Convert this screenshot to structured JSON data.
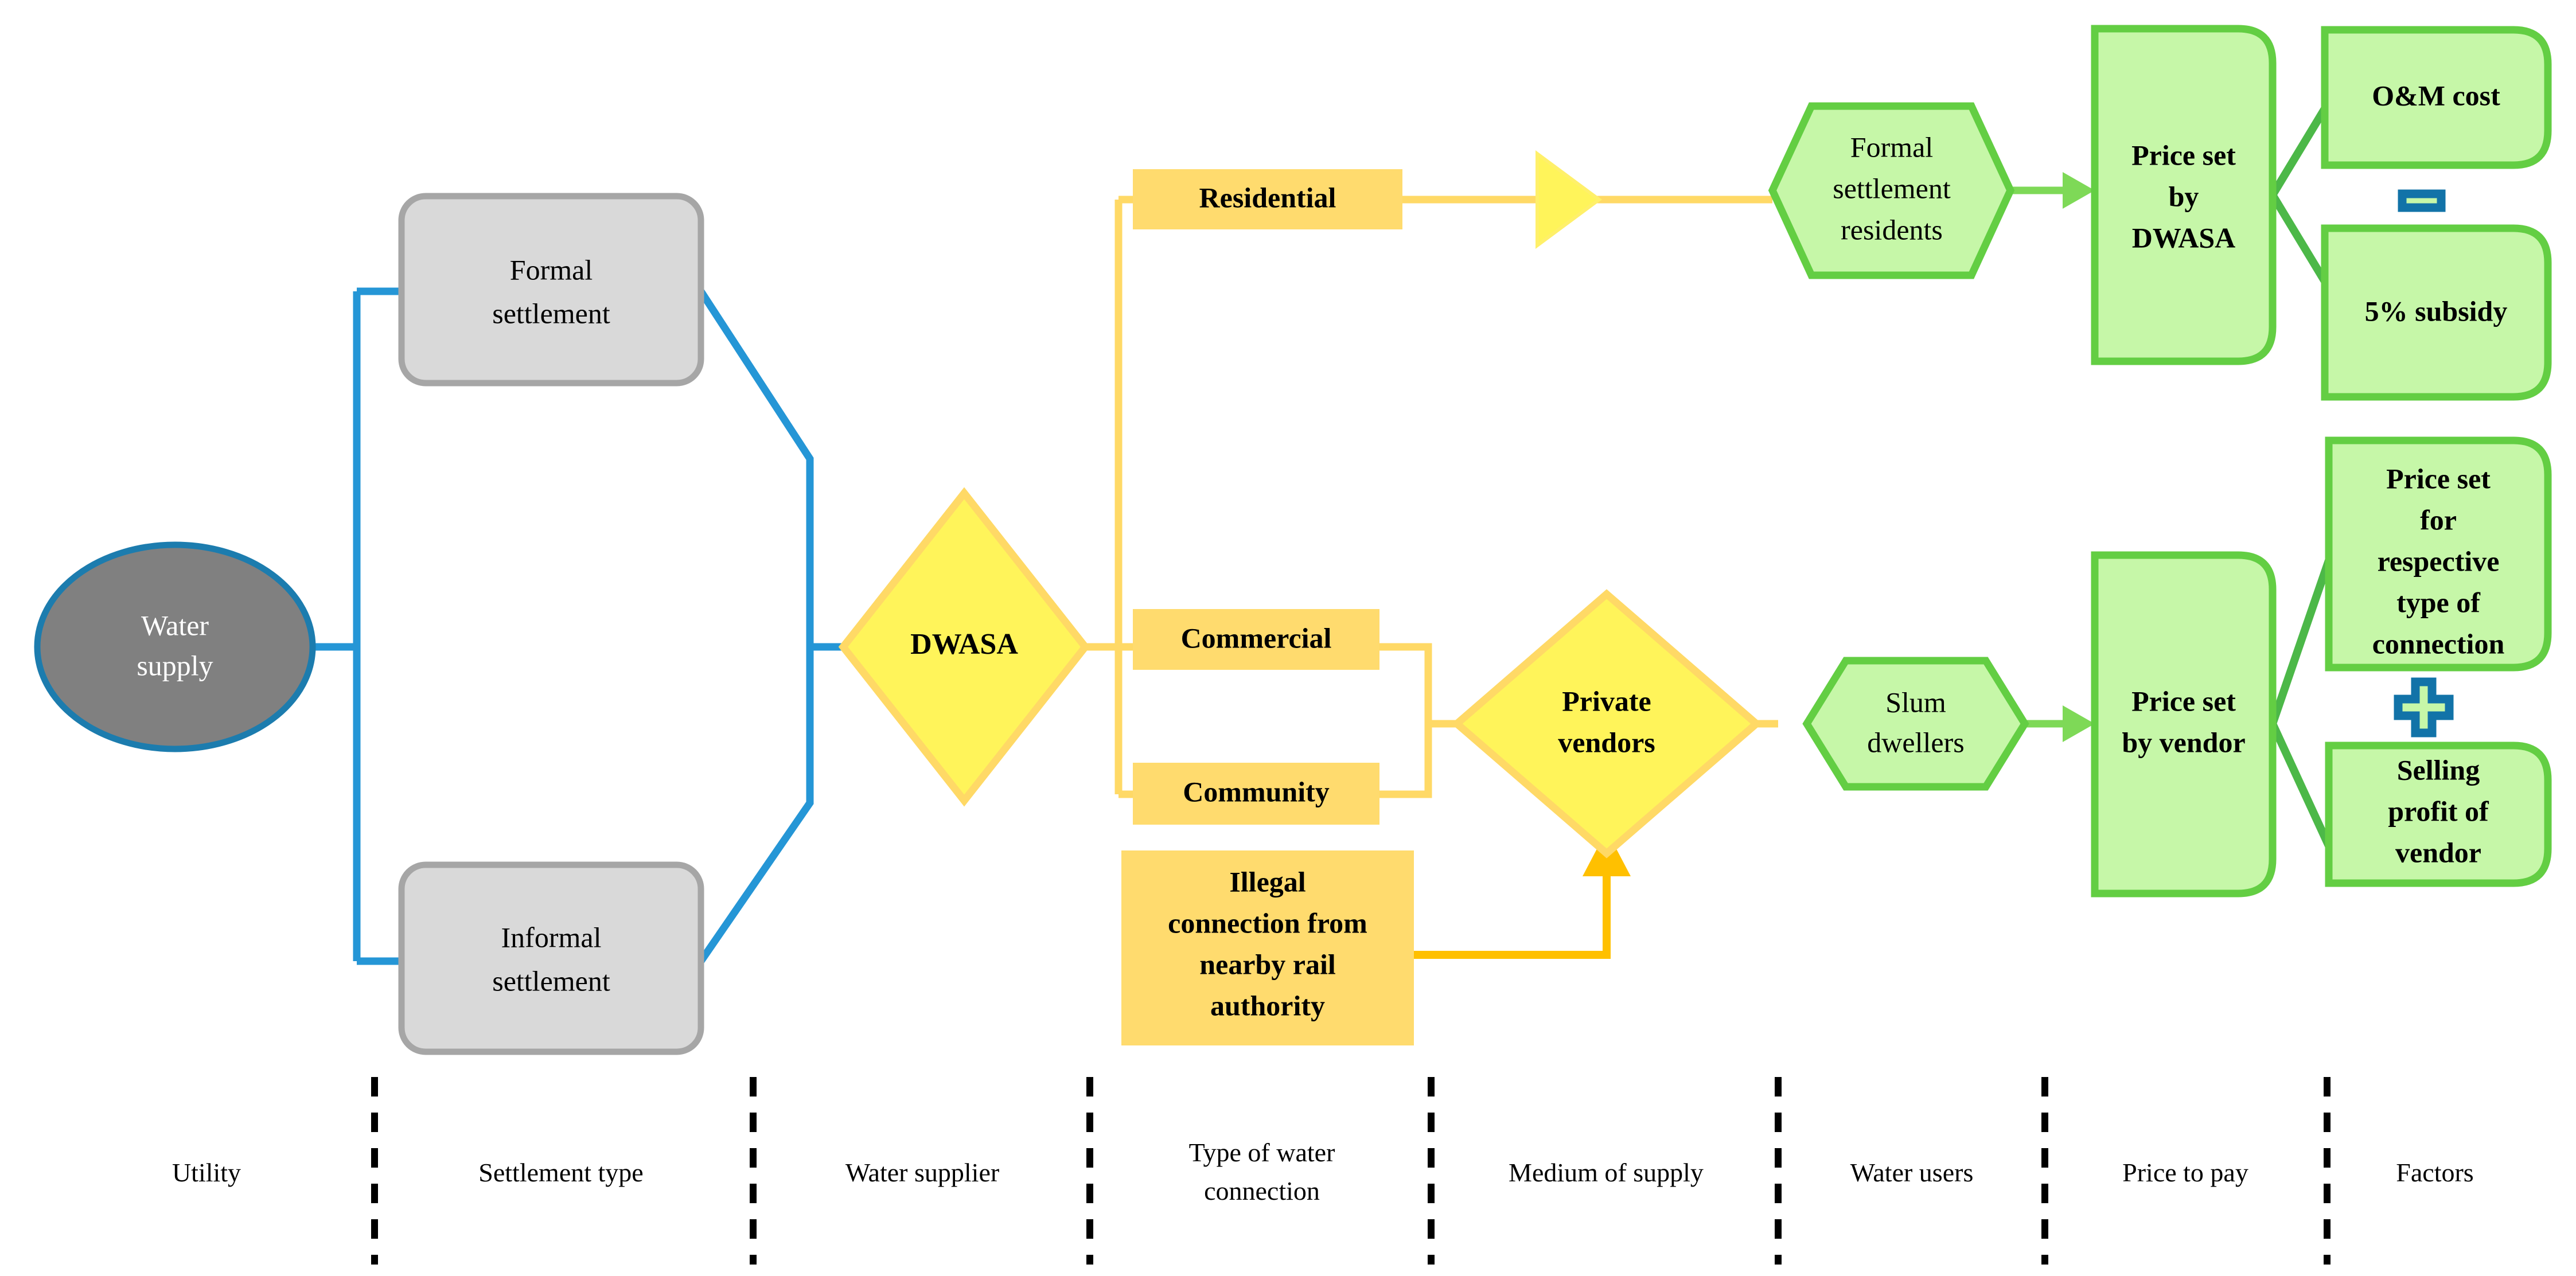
{
  "diagram": {
    "title": "Water supply pricing flow diagram",
    "colors": {
      "blue_line": "#2596D6",
      "blue_border": "#1C7CAE",
      "grey_fill": "#808080",
      "grey_box_fill": "#D9D9D9",
      "grey_box_border": "#A6A6A6",
      "yellow_fill": "#FFF45A",
      "yellow_border": "#FFD966",
      "amber_fill": "#FFDB6E",
      "orange_arrow": "#FFC000",
      "green_fill": "#C6F7A8",
      "green_border": "#63CE43",
      "teal_sign": "#1273A8",
      "text_black": "#000000",
      "text_white": "#FFFFFF"
    },
    "nodes": {
      "water_supply": {
        "label_line1": "Water",
        "label_line2": "supply",
        "shape": "ellipse"
      },
      "formal_settlement": {
        "label_line1": "Formal",
        "label_line2": "settlement",
        "shape": "rounded-rect"
      },
      "informal_settlement": {
        "label_line1": "Informal",
        "label_line2": "settlement",
        "shape": "rounded-rect"
      },
      "dwasa": {
        "label": "DWASA",
        "shape": "diamond"
      },
      "residential": {
        "label": "Residential",
        "shape": "rect"
      },
      "commercial": {
        "label": "Commercial",
        "shape": "rect"
      },
      "community": {
        "label": "Community",
        "shape": "rect"
      },
      "illegal_connection": {
        "label_line1": "Illegal",
        "label_line2": "connection from",
        "label_line3": "nearby rail",
        "label_line4": "authority",
        "shape": "rect"
      },
      "private_vendors": {
        "label_line1": "Private",
        "label_line2": "vendors",
        "shape": "diamond"
      },
      "formal_settlement_residents": {
        "label_line1": "Formal",
        "label_line2": "settlement",
        "label_line3": "residents",
        "shape": "hexagon"
      },
      "slum_dwellers": {
        "label_line1": "Slum",
        "label_line2": "dwellers",
        "shape": "hexagon"
      },
      "price_set_by_dwasa": {
        "label_line1": "Price set",
        "label_line2": "by",
        "label_line3": "DWASA",
        "shape": "rounded-right-rect"
      },
      "price_set_by_vendor": {
        "label_line1": "Price set",
        "label_line2": "by vendor",
        "shape": "rounded-right-rect"
      },
      "om_cost": {
        "label": "O&M cost",
        "shape": "rounded-right-rect"
      },
      "subsidy": {
        "label": "5% subsidy",
        "shape": "rounded-right-rect"
      },
      "price_respective_connection": {
        "label_line1": "Price set",
        "label_line2": "for",
        "label_line3": "respective",
        "label_line4": "type of",
        "label_line5": "connection",
        "shape": "rounded-right-rect"
      },
      "selling_profit": {
        "label_line1": "Selling",
        "label_line2": "profit of",
        "label_line3": "vendor",
        "shape": "rounded-right-rect"
      }
    },
    "operators": {
      "minus": {
        "name": "minus-sign",
        "symbol": "−"
      },
      "plus": {
        "name": "plus-sign",
        "symbol": "+"
      }
    },
    "footer": {
      "columns": [
        {
          "label": "Utility"
        },
        {
          "label": "Settlement type"
        },
        {
          "label": "Water supplier"
        },
        {
          "label_line1": "Type of water",
          "label_line2": "connection"
        },
        {
          "label": "Medium of supply"
        },
        {
          "label": "Water users"
        },
        {
          "label": "Price to pay"
        },
        {
          "label": "Factors"
        }
      ]
    }
  }
}
